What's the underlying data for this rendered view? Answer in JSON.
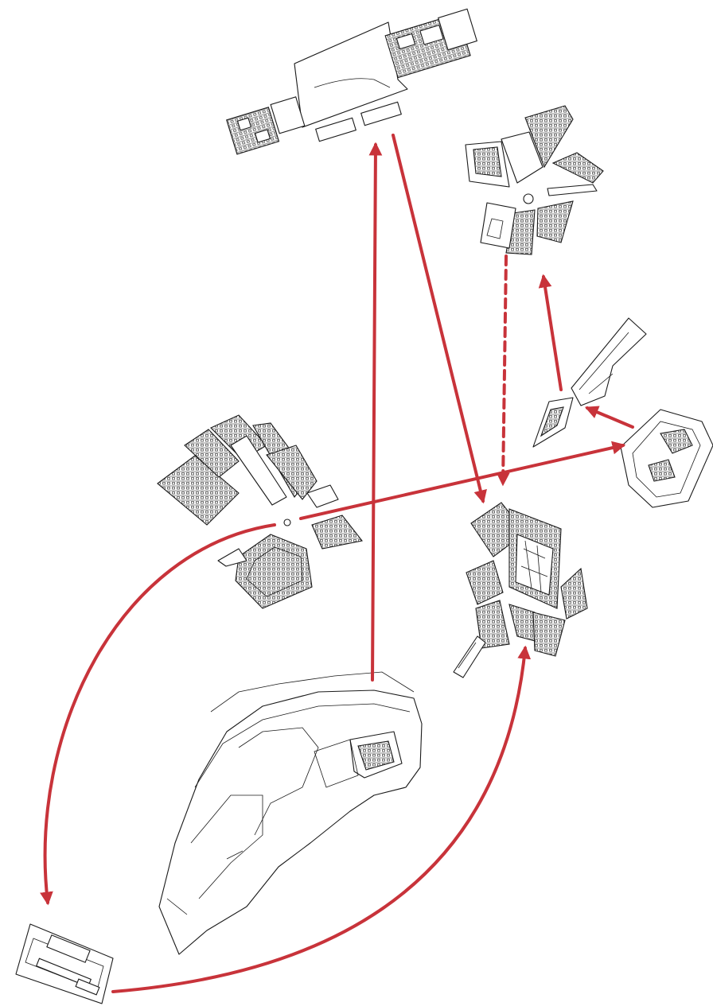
{
  "diagram": {
    "route_color": "#c8333a",
    "plan_color": "#1a1a1a",
    "background": "#ffffff",
    "nodes": [
      {
        "id": "top-complex",
        "kind": "rectilinear-building-plan"
      },
      {
        "id": "star-plaza",
        "kind": "radial-urban-blocks"
      },
      {
        "id": "small-fragments",
        "kind": "triangular-block-fragments"
      },
      {
        "id": "right-building",
        "kind": "courtyard-building-plan"
      },
      {
        "id": "left-boulevard",
        "kind": "urban-grid-with-boulevard"
      },
      {
        "id": "central-district",
        "kind": "dense-urban-district"
      },
      {
        "id": "fortress-park",
        "kind": "fortified-site-plan"
      },
      {
        "id": "bottom-building",
        "kind": "slab-building-plan"
      }
    ],
    "connections": [
      {
        "from": "fortress-park",
        "to": "top-complex",
        "style": "solid",
        "shape": "straight"
      },
      {
        "from": "top-complex",
        "to": "central-district",
        "style": "solid",
        "shape": "straight"
      },
      {
        "from": "star-plaza",
        "to": "central-district",
        "style": "dashed",
        "shape": "straight"
      },
      {
        "from": "small-fragments",
        "to": "star-plaza",
        "style": "solid",
        "shape": "straight"
      },
      {
        "from": "right-building",
        "to": "small-fragments",
        "style": "solid",
        "shape": "straight"
      },
      {
        "from": "left-boulevard",
        "to": "right-building",
        "style": "solid",
        "shape": "straight"
      },
      {
        "from": "left-boulevard",
        "to": "bottom-building",
        "style": "solid",
        "shape": "curved"
      },
      {
        "from": "bottom-building",
        "to": "central-district",
        "style": "solid",
        "shape": "curved"
      }
    ]
  }
}
